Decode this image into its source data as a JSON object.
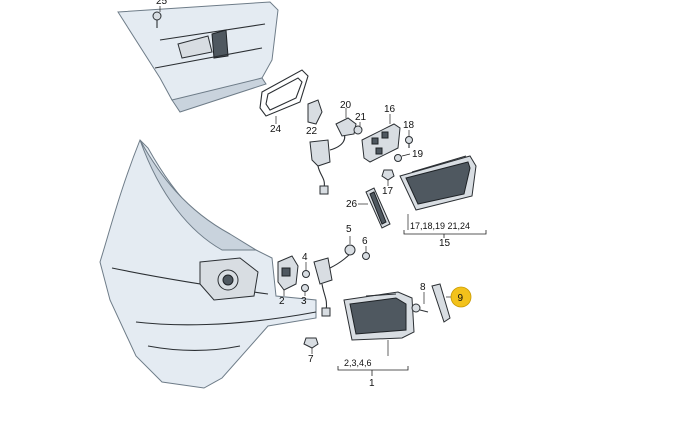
{
  "callouts": {
    "c25": "25",
    "c24": "24",
    "c22": "22",
    "c20": "20",
    "c21": "21",
    "c16": "16",
    "c18": "18",
    "c19": "19",
    "c17": "17",
    "c26": "26",
    "c5": "5",
    "c6": "6",
    "c4": "4",
    "c2": "2",
    "c3": "3",
    "c7": "7",
    "c8": "8",
    "c9": "9",
    "c1": "1",
    "c15": "15"
  },
  "groups": {
    "group15_parts": "17,18,19 21,24",
    "group1_parts": "2,3,4,6"
  },
  "highlight": {
    "color": "#f3c21b",
    "part": "9"
  },
  "colors": {
    "body_panel": "#e4ebf2",
    "lens_dark": "#4f5860"
  }
}
